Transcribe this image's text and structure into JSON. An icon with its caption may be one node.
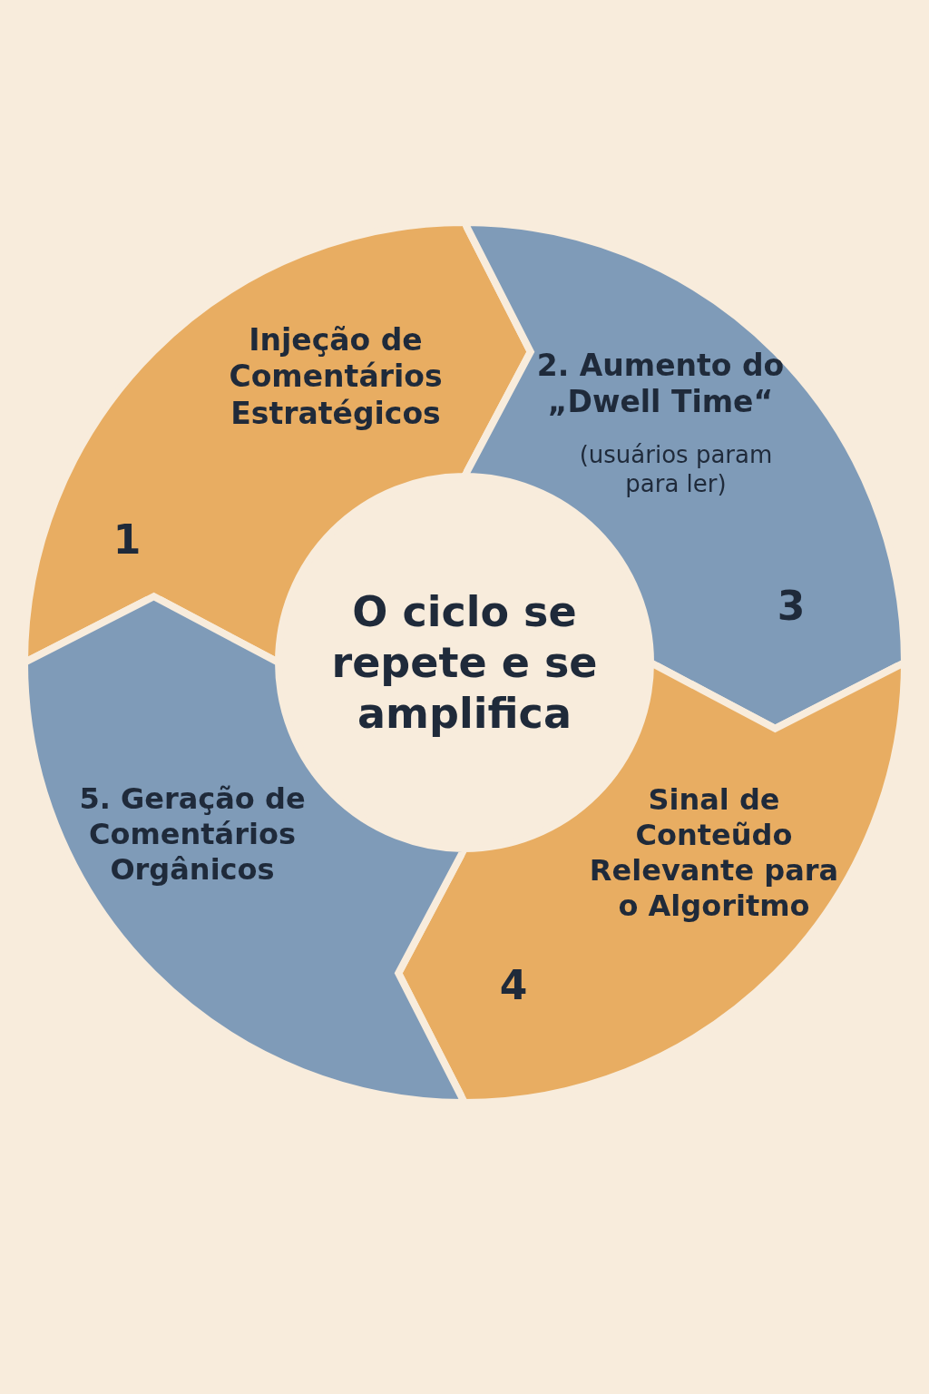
{
  "diagram": {
    "nodes": [
      {
        "text": [
          "Injeção de Comentários Estratégicos",
          "1"
        ]
      },
      {
        "text": [
          "2. Aumento do „Dwell Time“",
          "(usuários param para ler)",
          "3"
        ]
      },
      {
        "text": [
          "Sinal de Conteũdo Relevante para o Algoritmo",
          "4"
        ]
      },
      {
        "text": [
          "5. Geração de Comentários Orgânicos"
        ]
      },
      {
        "text": [
          "O ciclo se repete e se amplifica"
        ]
      }
    ]
  }
}
